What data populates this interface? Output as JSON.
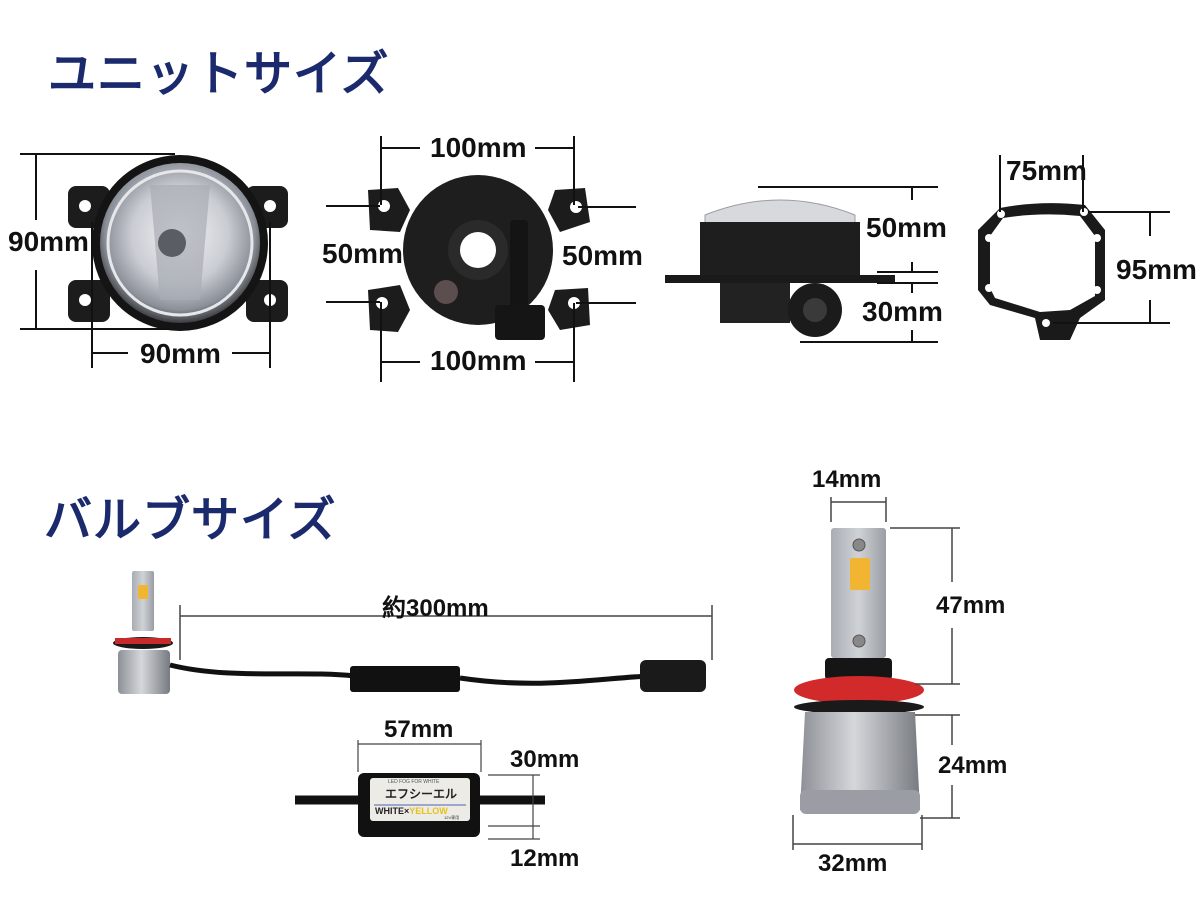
{
  "sections": {
    "unit": {
      "title": "ユニットサイズ",
      "front_view": {
        "height": "90mm",
        "width": "90mm"
      },
      "back_view": {
        "top_width": "100mm",
        "bottom_width": "100mm",
        "left_height": "50mm",
        "right_height": "50mm"
      },
      "side_view": {
        "upper_depth": "50mm",
        "lower_depth": "30mm"
      },
      "bracket": {
        "hole_spacing": "75mm",
        "height": "95mm"
      }
    },
    "bulb": {
      "title": "バルブサイズ",
      "cable_length": "約300mm",
      "controller": {
        "length": "57mm",
        "width": "30mm",
        "thickness": "12mm",
        "label_brand": "エフシーエル",
        "label_small": "LED FOG FOR WHITE",
        "label_white": "WHITE",
        "label_x": "×",
        "label_yellow": "YELLOW",
        "label_voltage": "12V専用"
      },
      "bulb_dims": {
        "chip_width": "14mm",
        "head_height": "47mm",
        "base_height": "24mm",
        "base_diameter": "32mm"
      }
    }
  },
  "colors": {
    "title": "#1a2a6c",
    "dim_text": "#111111",
    "bulb_ring": "#d22a2a",
    "led_chip": "#f2b531",
    "housing": "#1c1c1c"
  }
}
